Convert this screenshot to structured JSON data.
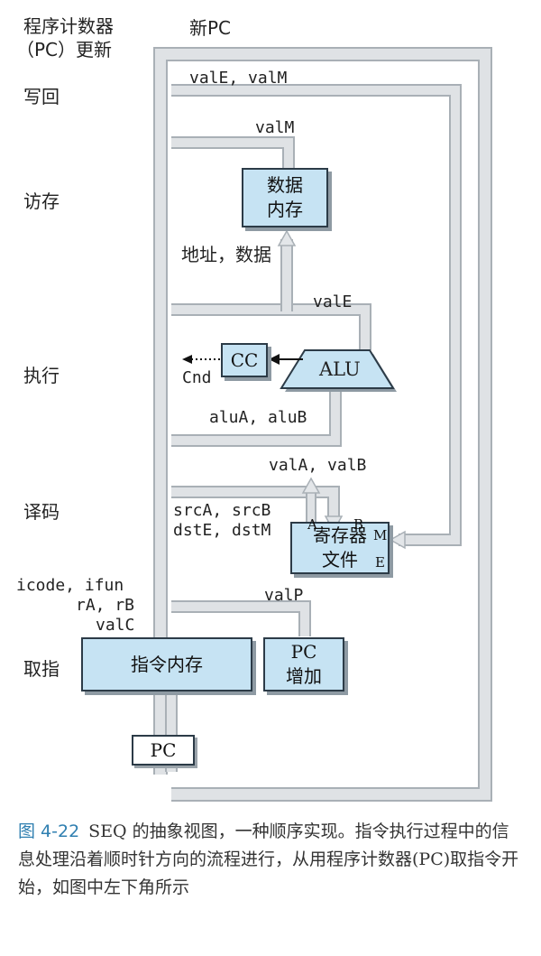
{
  "stages": {
    "pc_update": [
      "程序计数器",
      "（PC）更新"
    ],
    "writeback": "写回",
    "memory": "访存",
    "execute": "执行",
    "decode": "译码",
    "fetch": "取指"
  },
  "signals": {
    "new_pc": "新PC",
    "valE_valM": "valE, valM",
    "valM": "valM",
    "addr_data": "地址，数据",
    "valE": "valE",
    "cnd": "Cnd",
    "aluA_aluB": "aluA, aluB",
    "valA_valB": "valA, valB",
    "src": "srcA, srcB",
    "dst": "dstE, dstM",
    "icode_ifun": "icode, ifun",
    "rA_rB": "rA, rB",
    "valC": "valC",
    "valP": "valP"
  },
  "blocks": {
    "data_memory": [
      "数据",
      "内存"
    ],
    "cc": "CC",
    "alu": "ALU",
    "register_file": [
      "寄存器",
      "文件"
    ],
    "reg_port_a": "A",
    "reg_port_b": "B",
    "reg_port_m": "M",
    "reg_port_e": "E",
    "instruction_memory": "指令内存",
    "pc_increment": [
      "PC",
      "增加"
    ],
    "pc": "PC"
  },
  "caption": {
    "figure_number": "图 4-22",
    "text": "SEQ 的抽象视图，一种顺序实现。指令执行过程中的信息处理沿着顺时针方向的流程进行，从用程序计数器(PC)取指令开始，如图中左下角所示"
  },
  "colors": {
    "block_fill": "#c6e3f3",
    "path_fill": "#dfe2e5",
    "caption_accent": "#2f7fb0"
  }
}
